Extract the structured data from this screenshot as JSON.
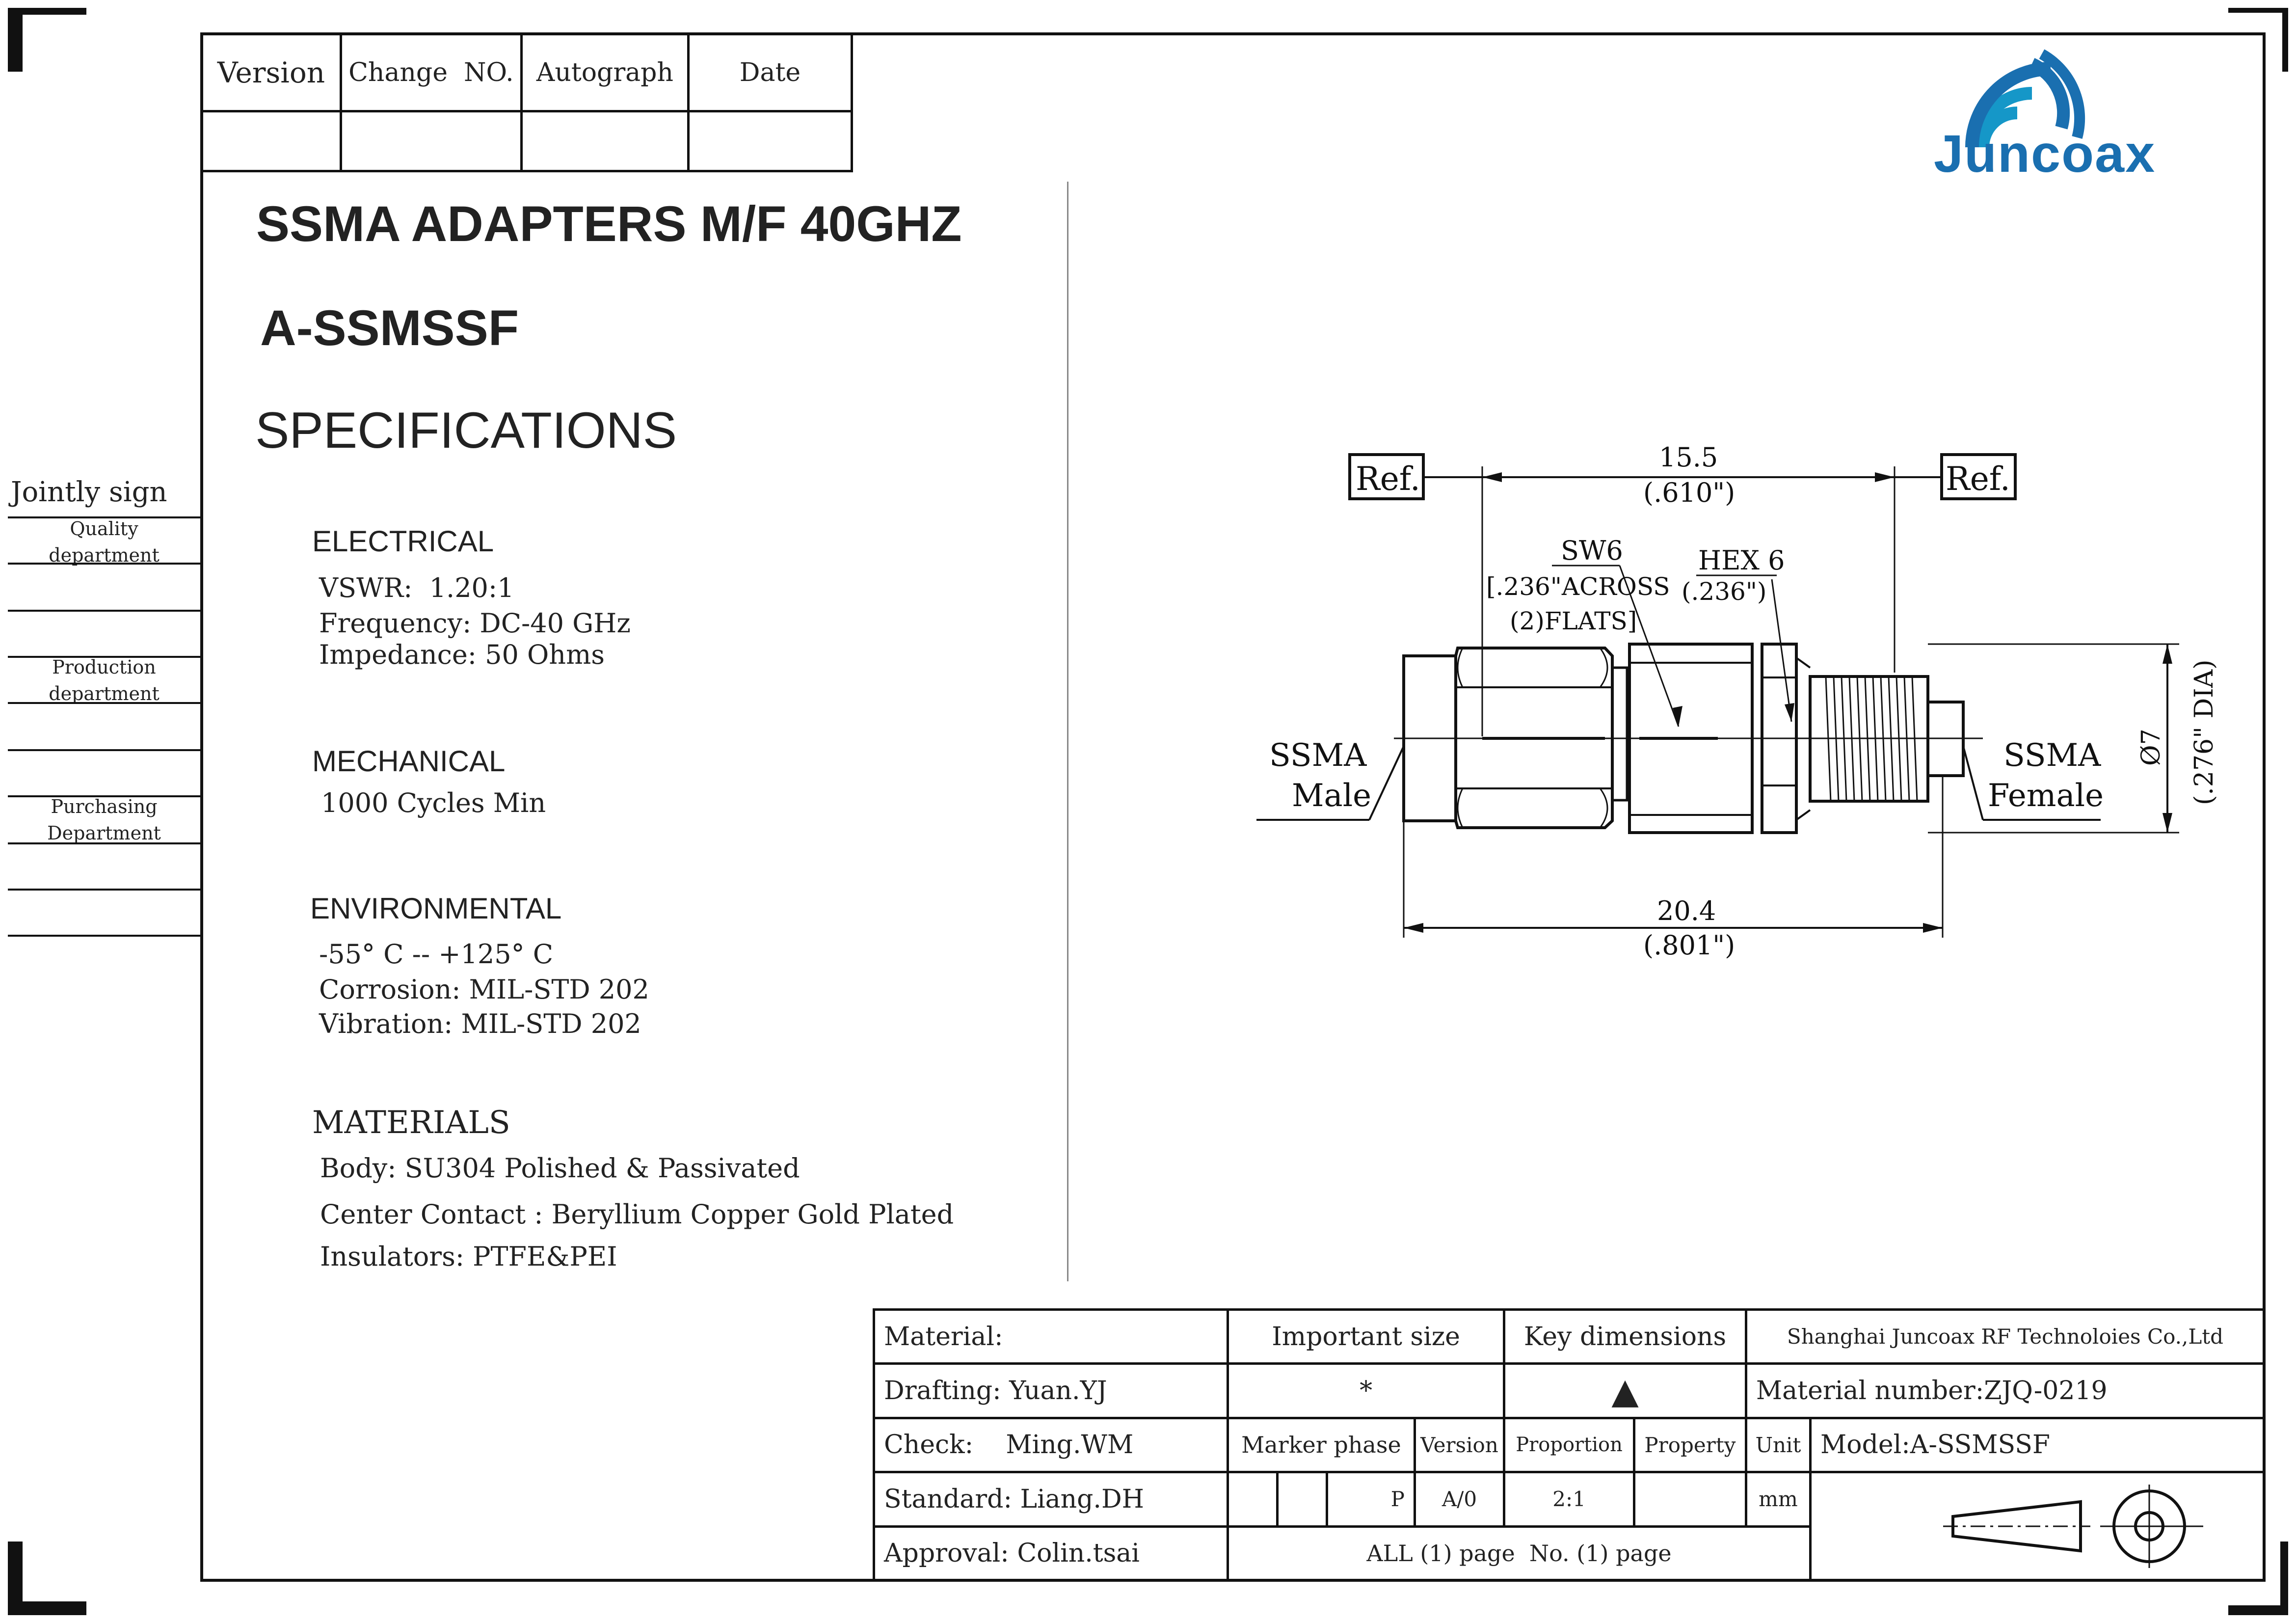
{
  "revision_table": {
    "headers": [
      "Version",
      "Change  NO.",
      "Autograph",
      "Date"
    ]
  },
  "company": {
    "logo_text": "Juncoax"
  },
  "document": {
    "title": "SSMA ADAPTERS M/F 40GHZ",
    "part_number": "A-SSMSSF",
    "specs_heading": "SPECIFICATIONS"
  },
  "specs": {
    "electrical": {
      "heading": "ELECTRICAL",
      "lines": [
        "VSWR:  1.20:1",
        "Frequency: DC-40 GHz",
        "Impedance: 50 Ohms"
      ]
    },
    "mechanical": {
      "heading": "MECHANICAL",
      "lines": [
        "1000 Cycles Min"
      ]
    },
    "environmental": {
      "heading": "ENVIRONMENTAL",
      "lines": [
        "-55° C -- +125° C",
        "Corrosion: MIL-STD 202",
        "Vibration: MIL-STD 202"
      ]
    },
    "materials": {
      "heading": "MATERIALS",
      "lines": [
        "Body: SU304 Polished & Passivated",
        "Center Contact : Beryllium Copper Gold Plated",
        "Insulators: PTFE&PEI"
      ]
    }
  },
  "jointly_sign": {
    "label": "Jointly sign",
    "departments": [
      "Quality department",
      "Production department",
      "Purchasing Department"
    ]
  },
  "drawing": {
    "ref_left": "Ref.",
    "ref_right": "Ref.",
    "length_mm": "15.5",
    "length_in": "(.610\")",
    "sw_label": "SW6",
    "sw_in": "[.236\"ACROSS",
    "sw_flats": "(2)FLATS]",
    "hex_label": "HEX 6",
    "hex_in": "(.236\")",
    "overall_mm": "20.4",
    "overall_in": "(.801\")",
    "dia_label": "Ø7",
    "dia_in": "(.276\" DIA)",
    "male_label_1": "SSMA",
    "male_label_2": "Male",
    "female_label_1": "SSMA",
    "female_label_2": "Female"
  },
  "title_block": {
    "material": "Material:",
    "important_size": "Important size",
    "key_dimensions": "Key dimensions",
    "company_name": "Shanghai Juncoax RF Technoloies Co.,Ltd",
    "drafting": "Drafting: Yuan.YJ",
    "important_mark": "*",
    "key_mark": "▲",
    "material_number": "Material number:ZJQ-0219",
    "check": "Check:    Ming.WM",
    "marker_phase": "Marker phase",
    "version_label": "Version",
    "proportion_label": "Proportion",
    "property_label": "Property",
    "unit_label": "Unit",
    "model": "Model:A-SSMSSF",
    "standard": "Standard: Liang.DH",
    "marker_value": "P",
    "version_value": "A/0",
    "proportion_value": "2:1",
    "unit_value": "mm",
    "approval": "Approval: Colin.tsai",
    "pages": "ALL (1) page  No. (1) page"
  },
  "colors": {
    "logo_blue": "#1a6fb0",
    "logo_teal": "#1597c8",
    "line": "#111111"
  }
}
